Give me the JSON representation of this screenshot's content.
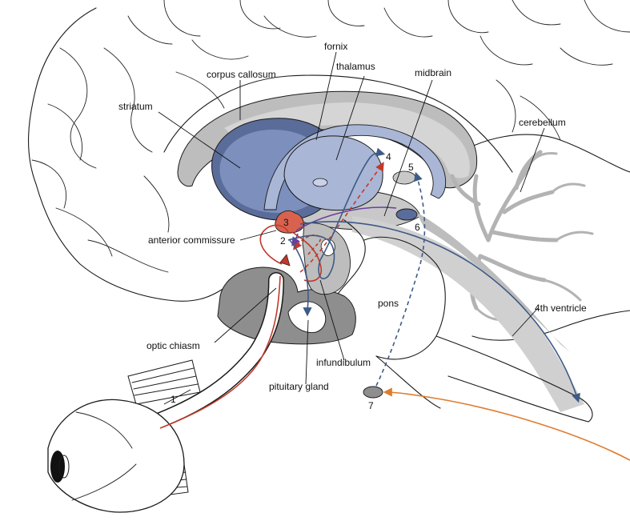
{
  "diagram": {
    "labels": {
      "fornix": "fornix",
      "corpus_callosum": "corpus callosum",
      "thalamus": "thalamus",
      "midbrain": "midbrain",
      "striatum": "striatum",
      "cerebellum": "cerebellum",
      "anterior_commissure": "anterior commissure",
      "pons": "pons",
      "fourth_ventricle": "4th ventricle",
      "optic_chiasm": "optic chiasm",
      "infundibulum": "infundibulum",
      "pituitary_gland": "pituitary gland"
    },
    "numbers": {
      "n1": "1",
      "n2": "2",
      "n3": "3",
      "n4": "4",
      "n5": "5",
      "n6": "6",
      "n7": "7"
    },
    "colors": {
      "outline": "#1a1a1a",
      "gray_dark": "#8e8e8e",
      "gray_mid": "#bdbdbd",
      "gray_light": "#dcdcdc",
      "blue_dark": "#5a6c99",
      "blue_mid": "#7c8fbd",
      "blue_light": "#a9b6d6",
      "red": "#c0392b",
      "nucleus_red": "#d9624f",
      "purple": "#6a3fa0",
      "pathway_blue": "#3f5a86",
      "orange": "#e07b2e",
      "cerebellum_tree": "#b3b3b3"
    }
  }
}
